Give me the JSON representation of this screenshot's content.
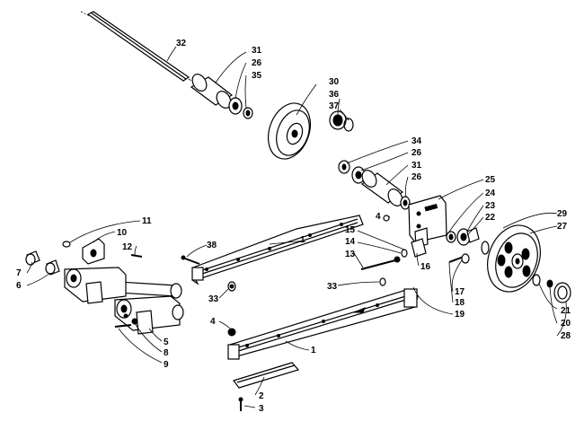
{
  "diagram": {
    "labels": {
      "l1a": "1",
      "l1b": "1",
      "l2": "2",
      "l3": "3",
      "l4a": "4",
      "l4b": "4",
      "l5": "5",
      "l6": "6",
      "l7": "7",
      "l8": "8",
      "l9": "9",
      "l10": "10",
      "l11": "11",
      "l12": "12",
      "l13": "13",
      "l14": "14",
      "l15": "15",
      "l16": "16",
      "l17": "17",
      "l18": "18",
      "l19": "19",
      "l20": "20",
      "l21": "21",
      "l22": "22",
      "l23": "23",
      "l24": "24",
      "l25": "25",
      "l26a": "26",
      "l26b": "26",
      "l26c": "26",
      "l27": "27",
      "l28": "28",
      "l29": "29",
      "l30": "30",
      "l31a": "31",
      "l31b": "31",
      "l32": "32",
      "l33a": "33",
      "l33b": "33",
      "l34": "34",
      "l35": "35",
      "l36": "36",
      "l37": "37",
      "l38": "38"
    }
  }
}
